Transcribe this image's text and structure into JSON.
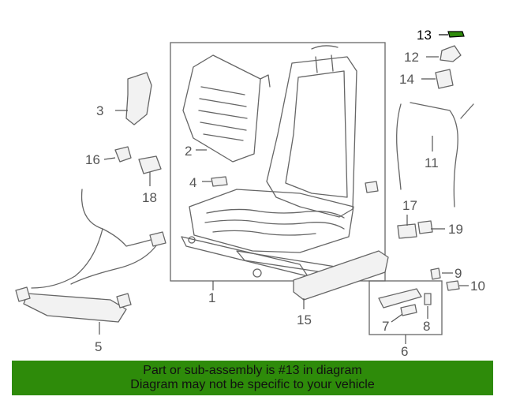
{
  "diagram": {
    "callouts": [
      "1",
      "2",
      "3",
      "4",
      "5",
      "6",
      "7",
      "8",
      "9",
      "10",
      "11",
      "12",
      "13",
      "14",
      "15",
      "16",
      "17",
      "18",
      "19"
    ],
    "highlighted_part": "13",
    "highlight_color": "#2e8b0a"
  },
  "banner": {
    "line1": "Part or sub-assembly is #13 in diagram",
    "line2": "Diagram may not be specific to your vehicle",
    "background": "#2e8b0a"
  }
}
